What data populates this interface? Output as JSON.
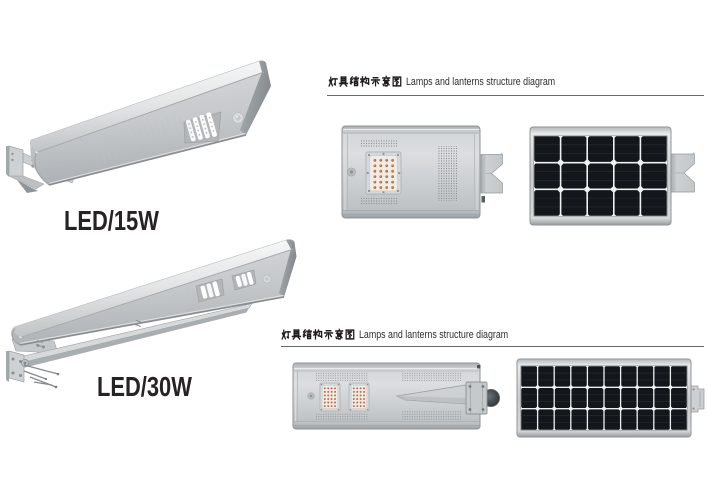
{
  "document": {
    "background": "#ffffff",
    "description": "Integrated solar LED street light product sheet"
  },
  "products": [
    {
      "label": "LED/15W"
    },
    {
      "label": "LED/30W"
    }
  ],
  "sections": [
    {
      "title_zh": "灯具结构示意图",
      "title_en": "Lamps and lanterns structure diagram"
    },
    {
      "title_zh": "灯具结构示意图",
      "title_en": "Lamps and lanterns structure diagram"
    }
  ],
  "colors": {
    "text": "#272223",
    "divider": "#67696b",
    "aluminum_body": "#c8cbcd",
    "aluminum_highlight": "#f2f3f4",
    "aluminum_shadow": "#8f9598",
    "solar_cell": "#12161b",
    "solar_grid": "#eef1f2",
    "led_amber": "#c9782f"
  }
}
